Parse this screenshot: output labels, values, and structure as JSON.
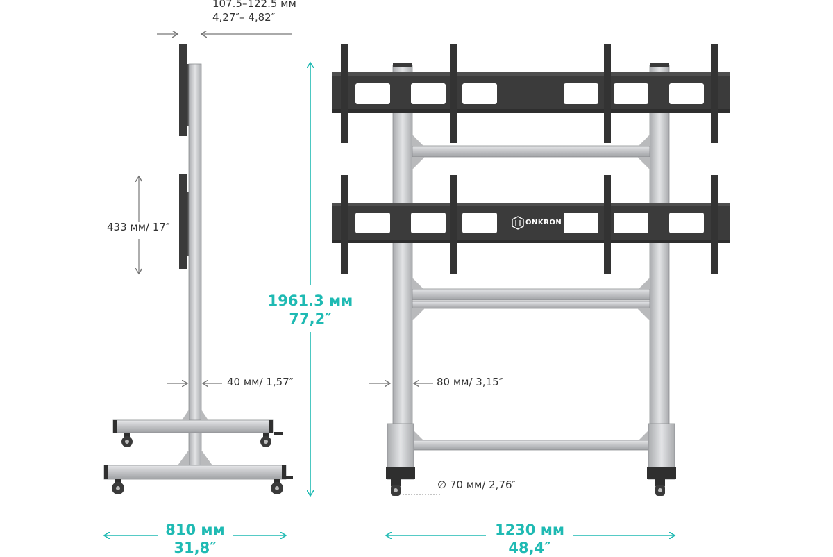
{
  "dimensions": {
    "offset_mm": "107.5–122.5 мм",
    "offset_in": "4,27″– 4,82″",
    "vesa_mm_in": "433 мм/ 17″",
    "height_mm": "1961.3 мм",
    "height_in": "77,2″",
    "profile_side": "40 мм/ 1,57″",
    "profile_front": "80 мм/ 3,15″",
    "wheel": "∅ 70 мм/ 2,76″",
    "depth_mm": "810 мм",
    "depth_in": "31,8″",
    "width_mm": "1230 мм",
    "width_in": "48,4″"
  },
  "brand": "ONKRON",
  "colors": {
    "accent": "#1fbab3",
    "bracket": "#3b3b3b",
    "frame": "#c8c9cb",
    "text": "#333333"
  },
  "icons": [
    "onkron-logo-icon",
    "wheel-icon",
    "arrow-icon"
  ]
}
